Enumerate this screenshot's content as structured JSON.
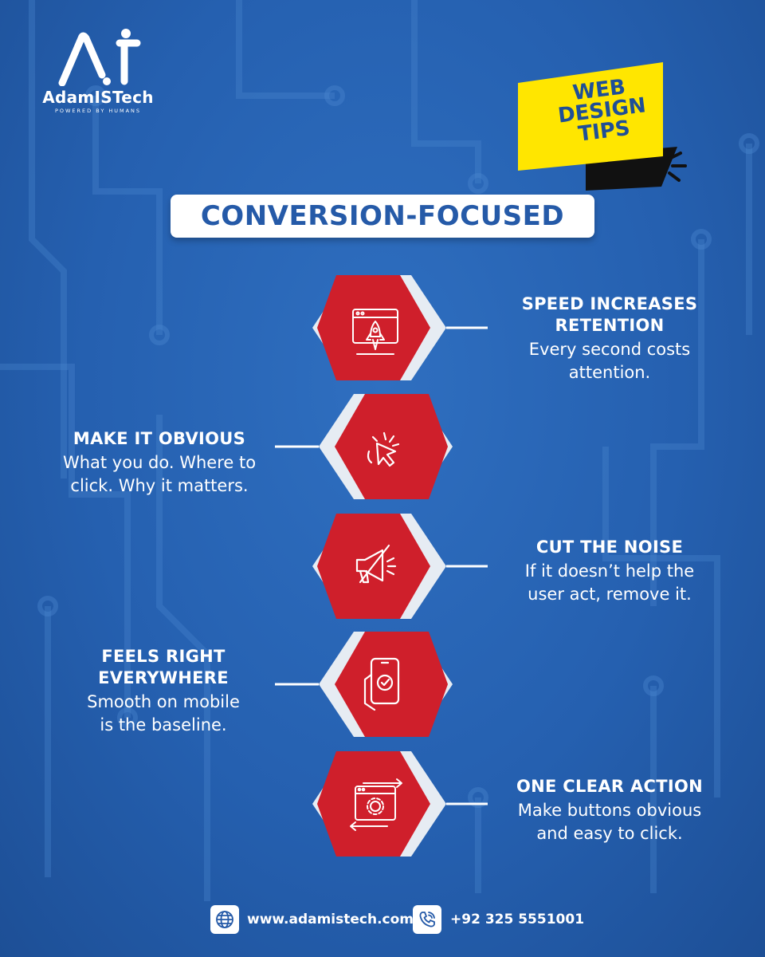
{
  "brand": {
    "name": "AdamISTech",
    "tagline": "POWERED BY HUMANS",
    "logo_letters": "A.I"
  },
  "badge": {
    "lines": [
      "WEB",
      "DESIGN",
      "TIPS"
    ]
  },
  "title": "CONVERSION-FOCUSED",
  "tips": [
    {
      "heading": "SPEED INCREASES RETENTION",
      "heading_lines": [
        "SPEED INCREASES",
        "RETENTION"
      ],
      "desc_lines": [
        "Every second costs",
        "attention."
      ],
      "icon": "rocket-browser-icon",
      "side": "right"
    },
    {
      "heading": "MAKE IT OBVIOUS",
      "heading_lines": [
        "MAKE IT OBVIOUS"
      ],
      "desc_lines": [
        "What you do. Where to",
        "click. Why it matters."
      ],
      "icon": "click-cursor-icon",
      "side": "left"
    },
    {
      "heading": "CUT THE NOISE",
      "heading_lines": [
        "CUT THE NOISE"
      ],
      "desc_lines": [
        "If it doesn’t help the",
        "user act, remove it."
      ],
      "icon": "muted-megaphone-icon",
      "side": "right"
    },
    {
      "heading": "FEELS RIGHT EVERYWHERE",
      "heading_lines": [
        "FEELS RIGHT",
        "EVERYWHERE"
      ],
      "desc_lines": [
        "Smooth on mobile",
        "is the baseline."
      ],
      "icon": "mobile-check-icon",
      "side": "left"
    },
    {
      "heading": "ONE CLEAR ACTION",
      "heading_lines": [
        "ONE CLEAR ACTION"
      ],
      "desc_lines": [
        "Make buttons obvious",
        "and easy to click."
      ],
      "icon": "gear-browser-icon",
      "side": "right"
    }
  ],
  "footer": {
    "website": "www.adamistech.com",
    "phone": "+92 325 5551001",
    "website_icon": "globe-icon",
    "phone_icon": "phone-icon"
  },
  "colors": {
    "background": "#2560b0",
    "accent_red": "#d3212c",
    "badge_yellow": "#ffe600",
    "title_blue": "#255aa8"
  }
}
